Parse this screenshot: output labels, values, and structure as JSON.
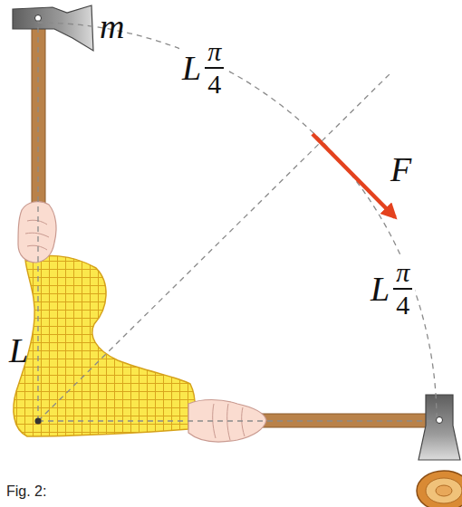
{
  "diagram": {
    "caption": "Fig. 2:",
    "labels": [
      "m",
      "L",
      "π",
      "4",
      "F",
      "L",
      "π",
      "4",
      "L"
    ]
  }
}
